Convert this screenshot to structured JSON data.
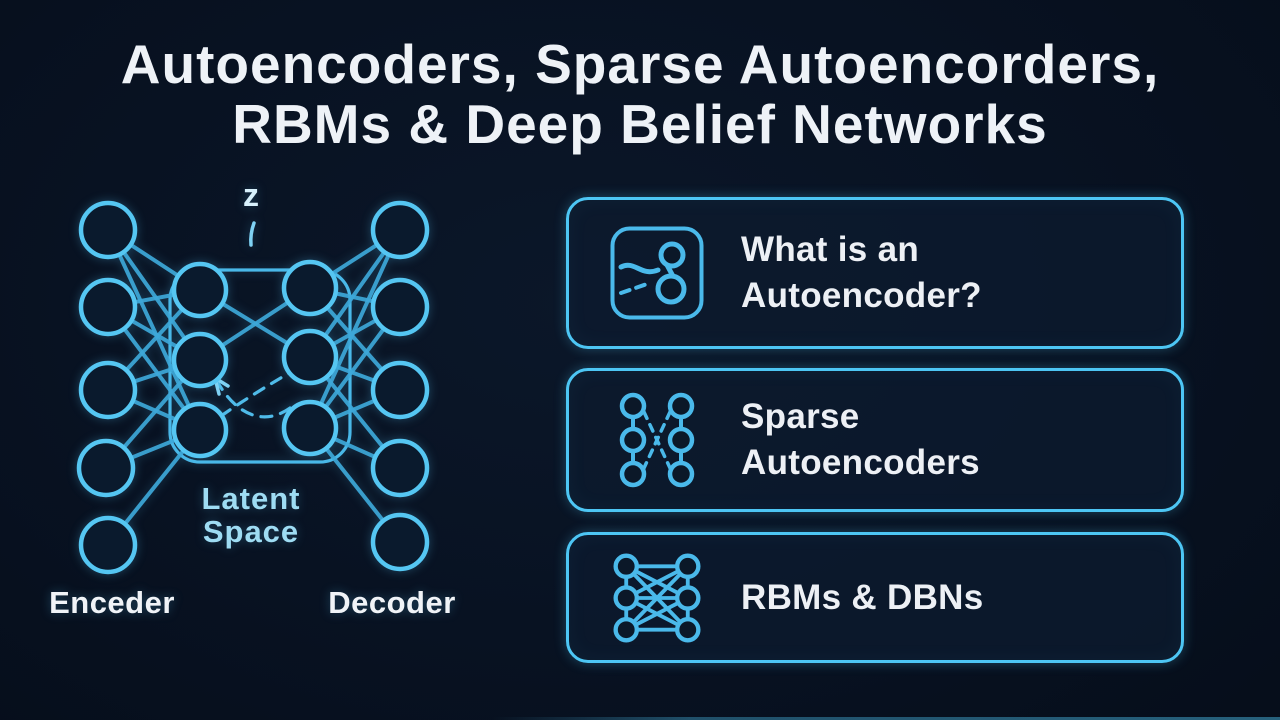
{
  "title": {
    "line1": "Autoencoders, Sparse Autoencorders,",
    "line2": "RBMs & Deep Belief Networks"
  },
  "diagram": {
    "z_label": "z",
    "latent_label_line1": "Latent",
    "latent_label_line2": "Space",
    "encoder_label": "Enceder",
    "decoder_label": "Decoder"
  },
  "cards": [
    {
      "icon": "compress-nodes-icon",
      "lines": [
        "What is an",
        "Autoencoder?"
      ]
    },
    {
      "icon": "sparse-network-icon",
      "lines": [
        "Sparse",
        "Autoencoders"
      ]
    },
    {
      "icon": "bipartite-network-icon",
      "lines": [
        "RBMs & DBNs"
      ]
    }
  ],
  "colors": {
    "background": "#081222",
    "accent_blue": "#4dc6f4",
    "node_stroke": "#55c6f2",
    "title_text": "#eef2f7",
    "latent_text": "#9edcf3"
  }
}
